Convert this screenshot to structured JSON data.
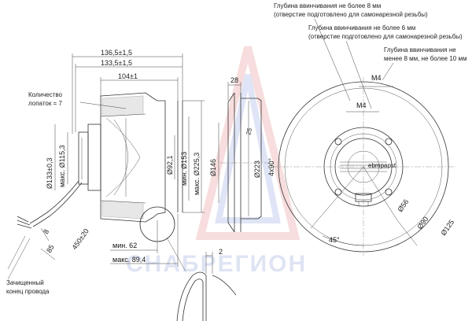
{
  "watermark": "СНАБРЕГИОН",
  "left_view": {
    "dims": {
      "d136": "136,5±1,5",
      "d133": "133,5±1,5",
      "d104": "104±1",
      "blades": "Количество",
      "blades2": "лопаток = 7",
      "d133_3": "Ø133±0,3",
      "d115": "макс. Ø115,3",
      "d92": "Ø92,1",
      "d153": "мин. Ø153",
      "d225": "макс. Ø225,3",
      "d8": "8",
      "d85": "85",
      "d450": "450±20",
      "min62": "мин. 62",
      "max89": "макс. 89,4",
      "d2": "2",
      "wire_end": "Зачищенный",
      "wire_end2": "конец провода"
    }
  },
  "middle_view": {
    "d28": "28",
    "d25": "25",
    "d146": "Ø146",
    "d223": "Ø223",
    "angle": "4x90°"
  },
  "right_view": {
    "note1a": "Глубина ввинчивания не более 8 мм",
    "note1b": "(отверстие подготовлено для самонарезной резьбы)",
    "note2a": "Глубина ввинчивания не более 6 мм",
    "note2b": "(отверстие подготовлено для самонарезной резьбы)",
    "note3a": "Глубина ввинчивания не",
    "note3b": "менее 8 мм, не более 10 мм",
    "m4a": "M4",
    "m4b": "M4",
    "d56": "Ø56",
    "d90": "Ø90",
    "d125": "Ø125",
    "a45": "45°",
    "logo": "ebmpapst"
  }
}
